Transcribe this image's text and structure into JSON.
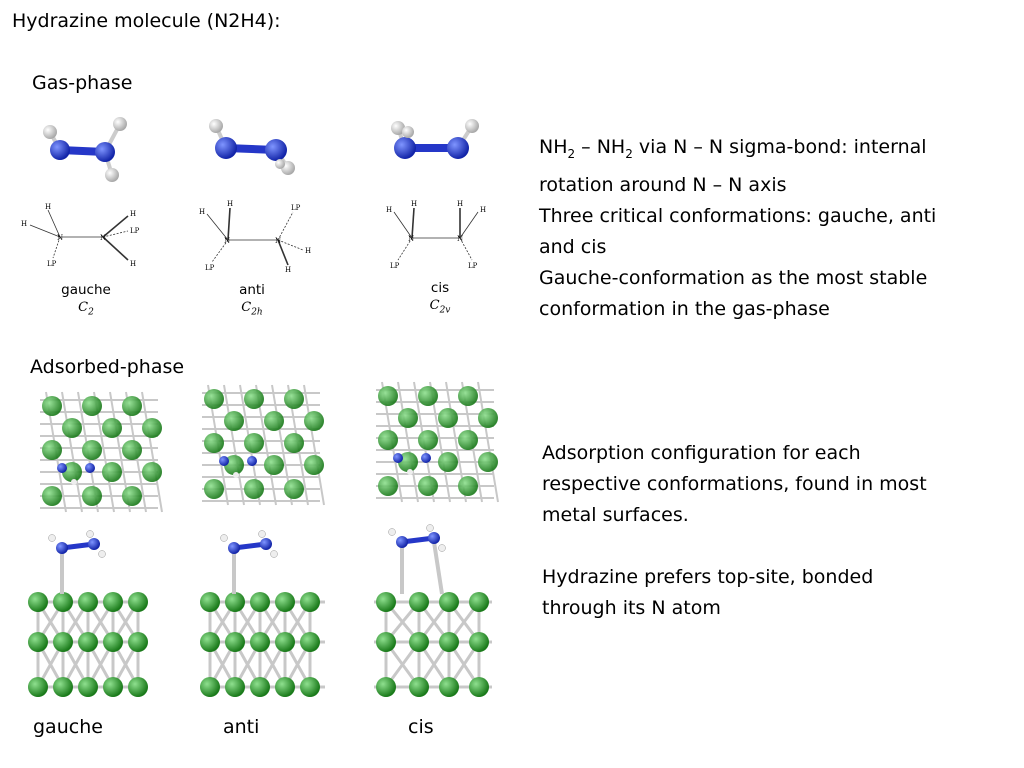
{
  "slide": {
    "title": "Hydrazine molecule (N2H4):",
    "gas_phase": {
      "heading": "Gas-phase",
      "conformations": [
        {
          "name": "gauche",
          "symmetry_letter": "C",
          "symmetry_sub": "2"
        },
        {
          "name": "anti",
          "symmetry_letter": "C",
          "symmetry_sub": "2h"
        },
        {
          "name": "cis",
          "symmetry_letter": "C",
          "symmetry_sub": "2v"
        }
      ],
      "diagram_atom_labels": {
        "n": "N",
        "h": "H",
        "lp": "LP"
      },
      "description": {
        "line1_parts": [
          "NH",
          "2",
          " – NH",
          "2",
          " via N – N sigma-bond: internal"
        ],
        "line2": "rotation around N – N axis",
        "line3": "Three critical conformations: gauche, anti",
        "line4": "and cis",
        "line5": "Gauche-conformation as the most stable",
        "line6": "conformation in the gas-phase"
      }
    },
    "adsorbed_phase": {
      "heading": "Adsorbed-phase",
      "labels": [
        "gauche",
        "anti",
        "cis"
      ],
      "description": {
        "line1": "Adsorption configuration for each",
        "line2": "respective conformations, found in most",
        "line3": "metal surfaces.",
        "line4": "Hydrazine prefers top-site, bonded",
        "line5": "through its N atom"
      }
    },
    "colors": {
      "nitrogen": "#1f3fcf",
      "hydrogen": "#e8e8e8",
      "metal": "#2e9a2e",
      "bond": "#c8c8c8"
    }
  }
}
